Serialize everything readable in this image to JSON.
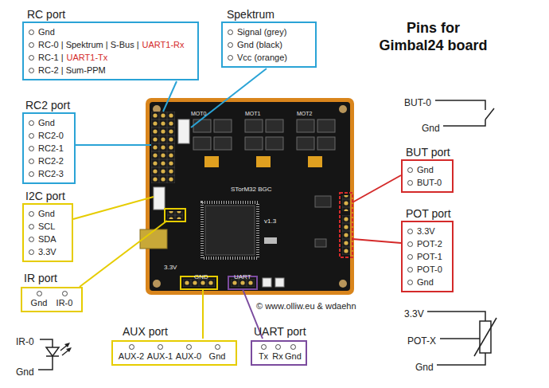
{
  "diagram": {
    "title": "Pins for Gimbal24 board",
    "nodes": [
      {
        "text": [
          "RC port",
          "Gnd",
          "RC-0 | Spektrum | S-Bus |",
          "UART1-Rx",
          "RC-1 |",
          "UART1-Tx",
          "RC-2 | Sum-PPM"
        ]
      },
      {
        "text": [
          "Spektrum",
          "Signal (grey)",
          "Gnd (black)",
          "Vcc (orange)"
        ]
      },
      {
        "text": [
          "RC2 port",
          "Gnd",
          "RC2-0",
          "RC2-1",
          "RC2-2",
          "RC2-3"
        ]
      },
      {
        "text": [
          "BUT port",
          "Gnd",
          "BUT-0"
        ]
      },
      {
        "text": [
          "I2C port",
          "Gnd",
          "SCL",
          "SDA",
          "3.3V"
        ]
      },
      {
        "text": [
          "POT port",
          "3.3V",
          "POT-2",
          "POT-1",
          "POT-0",
          "Gnd"
        ]
      },
      {
        "text": [
          "IR port",
          "Gnd",
          "IR-0"
        ]
      },
      {
        "text": [
          "AUX port",
          "AUX-2",
          "AUX-1",
          "AUX-0",
          "Gnd"
        ]
      },
      {
        "text": [
          "UART port",
          "Tx",
          "Rx",
          "Gnd"
        ]
      }
    ],
    "labels": [
      "BUT-0",
      "Gnd",
      "3.3V",
      "POT-X",
      "Gnd",
      "IR-0",
      "Gnd",
      "MOT0",
      "MOT1",
      "MOT2",
      "STorM32 BGC",
      "v1.3",
      "UART",
      "GND",
      "3.3V",
      "© www.olliw.eu & wdaehn"
    ]
  }
}
